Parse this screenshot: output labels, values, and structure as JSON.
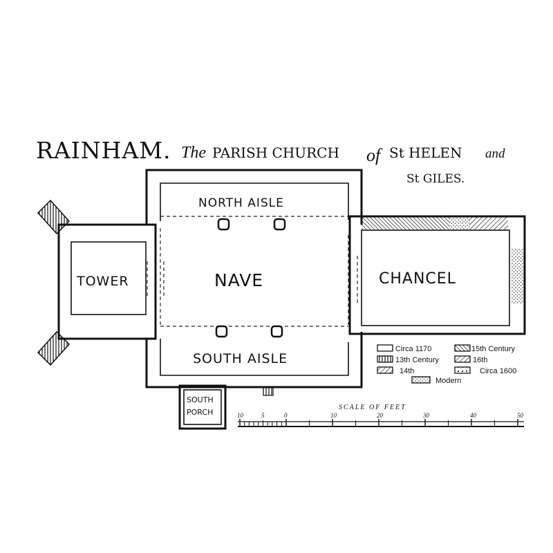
{
  "title": {
    "place": "RAINHAM.",
    "the": "The",
    "parish_church": "PARISH CHURCH",
    "of": "of",
    "st_helen": "St HELEN",
    "and": "and",
    "st_giles": "St GILES."
  },
  "rooms": {
    "north_aisle": "NORTH AISLE",
    "nave": "NAVE",
    "chancel": "CHANCEL",
    "tower": "TOWER",
    "south_aisle": "SOUTH AISLE",
    "south_porch_line1": "SOUTH",
    "south_porch_line2": "PORCH"
  },
  "legend": {
    "items": [
      {
        "label": "Circa 1170",
        "pattern": "blank"
      },
      {
        "label": "15th Century",
        "pattern": "hatch-right"
      },
      {
        "label": "13th Century",
        "pattern": "vertical"
      },
      {
        "label": "16th",
        "pattern": "hatch-left"
      },
      {
        "label": "14th",
        "pattern": "diag"
      },
      {
        "label": "Circa 1600",
        "pattern": "dotted"
      },
      {
        "label": "Modern",
        "pattern": "stipple"
      }
    ]
  },
  "scale": {
    "title": "SCALE OF FEET",
    "ticks": [
      "10",
      "5",
      "0",
      "10",
      "20",
      "30",
      "40",
      "50"
    ]
  },
  "colors": {
    "ink": "#111111",
    "paper": "#ffffff"
  }
}
